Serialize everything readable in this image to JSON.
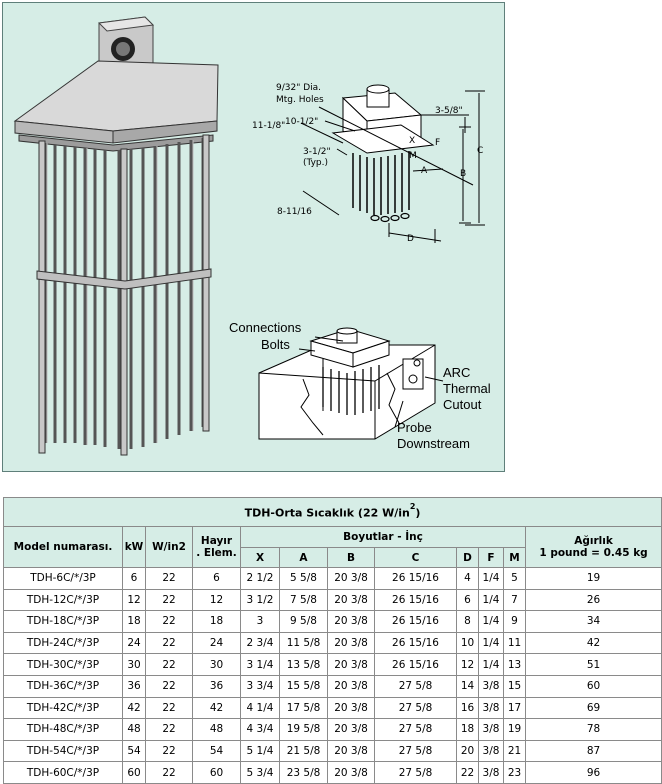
{
  "diagram": {
    "dim_labels": {
      "mtg_holes_1": "9/32\" Dia.",
      "mtg_holes_2": "Mtg. Holes",
      "d_11_1_8": "11-1/8\"",
      "d_10_1_2": "10-1/2\"",
      "d_3_5_8": "3-5/8\"",
      "d_3_1_2": "3-1/2\"",
      "typ": "(Typ.)",
      "d_8_11_16": "8-11/16",
      "x": "X",
      "f": "F",
      "m": "M",
      "a": "A",
      "b": "B",
      "c": "C",
      "d": "D"
    },
    "callouts": {
      "connections": "Connections",
      "bolts": "Bolts",
      "arc": "ARC",
      "thermal": "Thermal",
      "cutout": "Cutout",
      "probe": "Probe",
      "downstream": "Downstream"
    }
  },
  "table": {
    "title": "TDH-Orta Sıcaklık (22 W/in",
    "title_sup": "2",
    "title_end": ")",
    "headers": {
      "model": "Model numarası.",
      "kw": "kW",
      "win2": "W/in2",
      "hayir_1": "Hayır",
      "hayir_2": ". Elem.",
      "boyutlar": "Boyutlar - İnç",
      "agirlik_1": "Ağırlık",
      "agirlik_2": "1 pound = 0.45 kg",
      "x": "X",
      "a": "A",
      "b": "B",
      "c": "C",
      "d": "D",
      "f": "F",
      "m": "M"
    },
    "rows": [
      [
        "TDH-6C/*/3P",
        "6",
        "22",
        "6",
        "2 1/2",
        "5 5/8",
        "20 3/8",
        "26 15/16",
        "4",
        "1/4",
        "5",
        "19"
      ],
      [
        "TDH-12C/*/3P",
        "12",
        "22",
        "12",
        "3 1/2",
        "7 5/8",
        "20 3/8",
        "26 15/16",
        "6",
        "1/4",
        "7",
        "26"
      ],
      [
        "TDH-18C/*/3P",
        "18",
        "22",
        "18",
        "3",
        "9 5/8",
        "20 3/8",
        "26 15/16",
        "8",
        "1/4",
        "9",
        "34"
      ],
      [
        "TDH-24C/*/3P",
        "24",
        "22",
        "24",
        "2 3/4",
        "11 5/8",
        "20 3/8",
        "26 15/16",
        "10",
        "1/4",
        "11",
        "42"
      ],
      [
        "TDH-30C/*/3P",
        "30",
        "22",
        "30",
        "3 1/4",
        "13 5/8",
        "20 3/8",
        "26 15/16",
        "12",
        "1/4",
        "13",
        "51"
      ],
      [
        "TDH-36C/*/3P",
        "36",
        "22",
        "36",
        "3 3/4",
        "15 5/8",
        "20 3/8",
        "27 5/8",
        "14",
        "3/8",
        "15",
        "60"
      ],
      [
        "TDH-42C/*/3P",
        "42",
        "22",
        "42",
        "4 1/4",
        "17 5/8",
        "20 3/8",
        "27 5/8",
        "16",
        "3/8",
        "17",
        "69"
      ],
      [
        "TDH-48C/*/3P",
        "48",
        "22",
        "48",
        "4 3/4",
        "19 5/8",
        "20 3/8",
        "27 5/8",
        "18",
        "3/8",
        "19",
        "78"
      ],
      [
        "TDH-54C/*/3P",
        "54",
        "22",
        "54",
        "5 1/4",
        "21 5/8",
        "20 3/8",
        "27 5/8",
        "20",
        "3/8",
        "21",
        "87"
      ],
      [
        "TDH-60C/*/3P",
        "60",
        "22",
        "60",
        "5 3/4",
        "23 5/8",
        "20 3/8",
        "27 5/8",
        "22",
        "3/8",
        "23",
        "96"
      ]
    ]
  }
}
